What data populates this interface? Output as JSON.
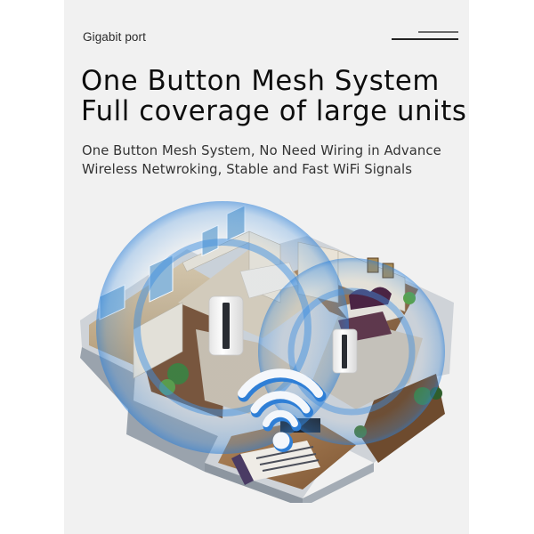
{
  "header": {
    "tag": "Gigabit port"
  },
  "headline": {
    "line1": "One Button Mesh System",
    "line2": "Full coverage of large units"
  },
  "subtitle": {
    "line1": "One Button Mesh System, No Need Wiring in Advance",
    "line2": "Wireless Netwroking, Stable and Fast WiFi Signals"
  },
  "illustration": {
    "description": "Isometric cutaway apartment floor plan with two mesh WiFi router units and blue signal coverage rings",
    "icons": [
      "mesh-router-icon",
      "mesh-router-icon",
      "wifi-signal-icon"
    ]
  },
  "colors": {
    "panel_background": "#f1f1f1",
    "page_background": "#ffffff",
    "signal_blue": "#3f8fe0",
    "text_dark": "#0d0d0d"
  }
}
